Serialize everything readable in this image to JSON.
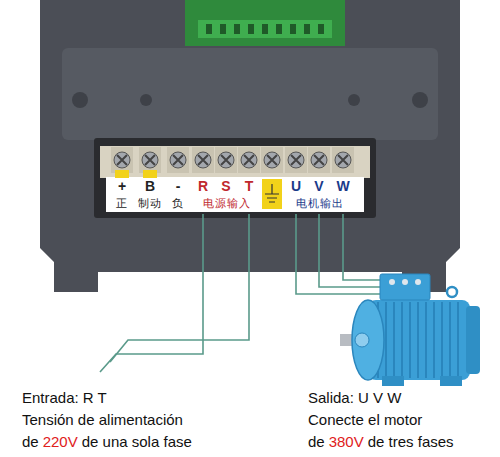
{
  "diagram": {
    "labels": [
      "+",
      "B",
      "-",
      "R",
      "S",
      "T",
      "U",
      "V",
      "W",
      "正",
      "制动",
      "负",
      "电源输入",
      "电机输出",
      "Entrada: R T",
      "Tensión de alimentación",
      "de",
      "220V",
      "de una sola fase",
      "Salida: U V W",
      "Conecte el motor",
      "de",
      "380V",
      "de tres fases"
    ]
  }
}
